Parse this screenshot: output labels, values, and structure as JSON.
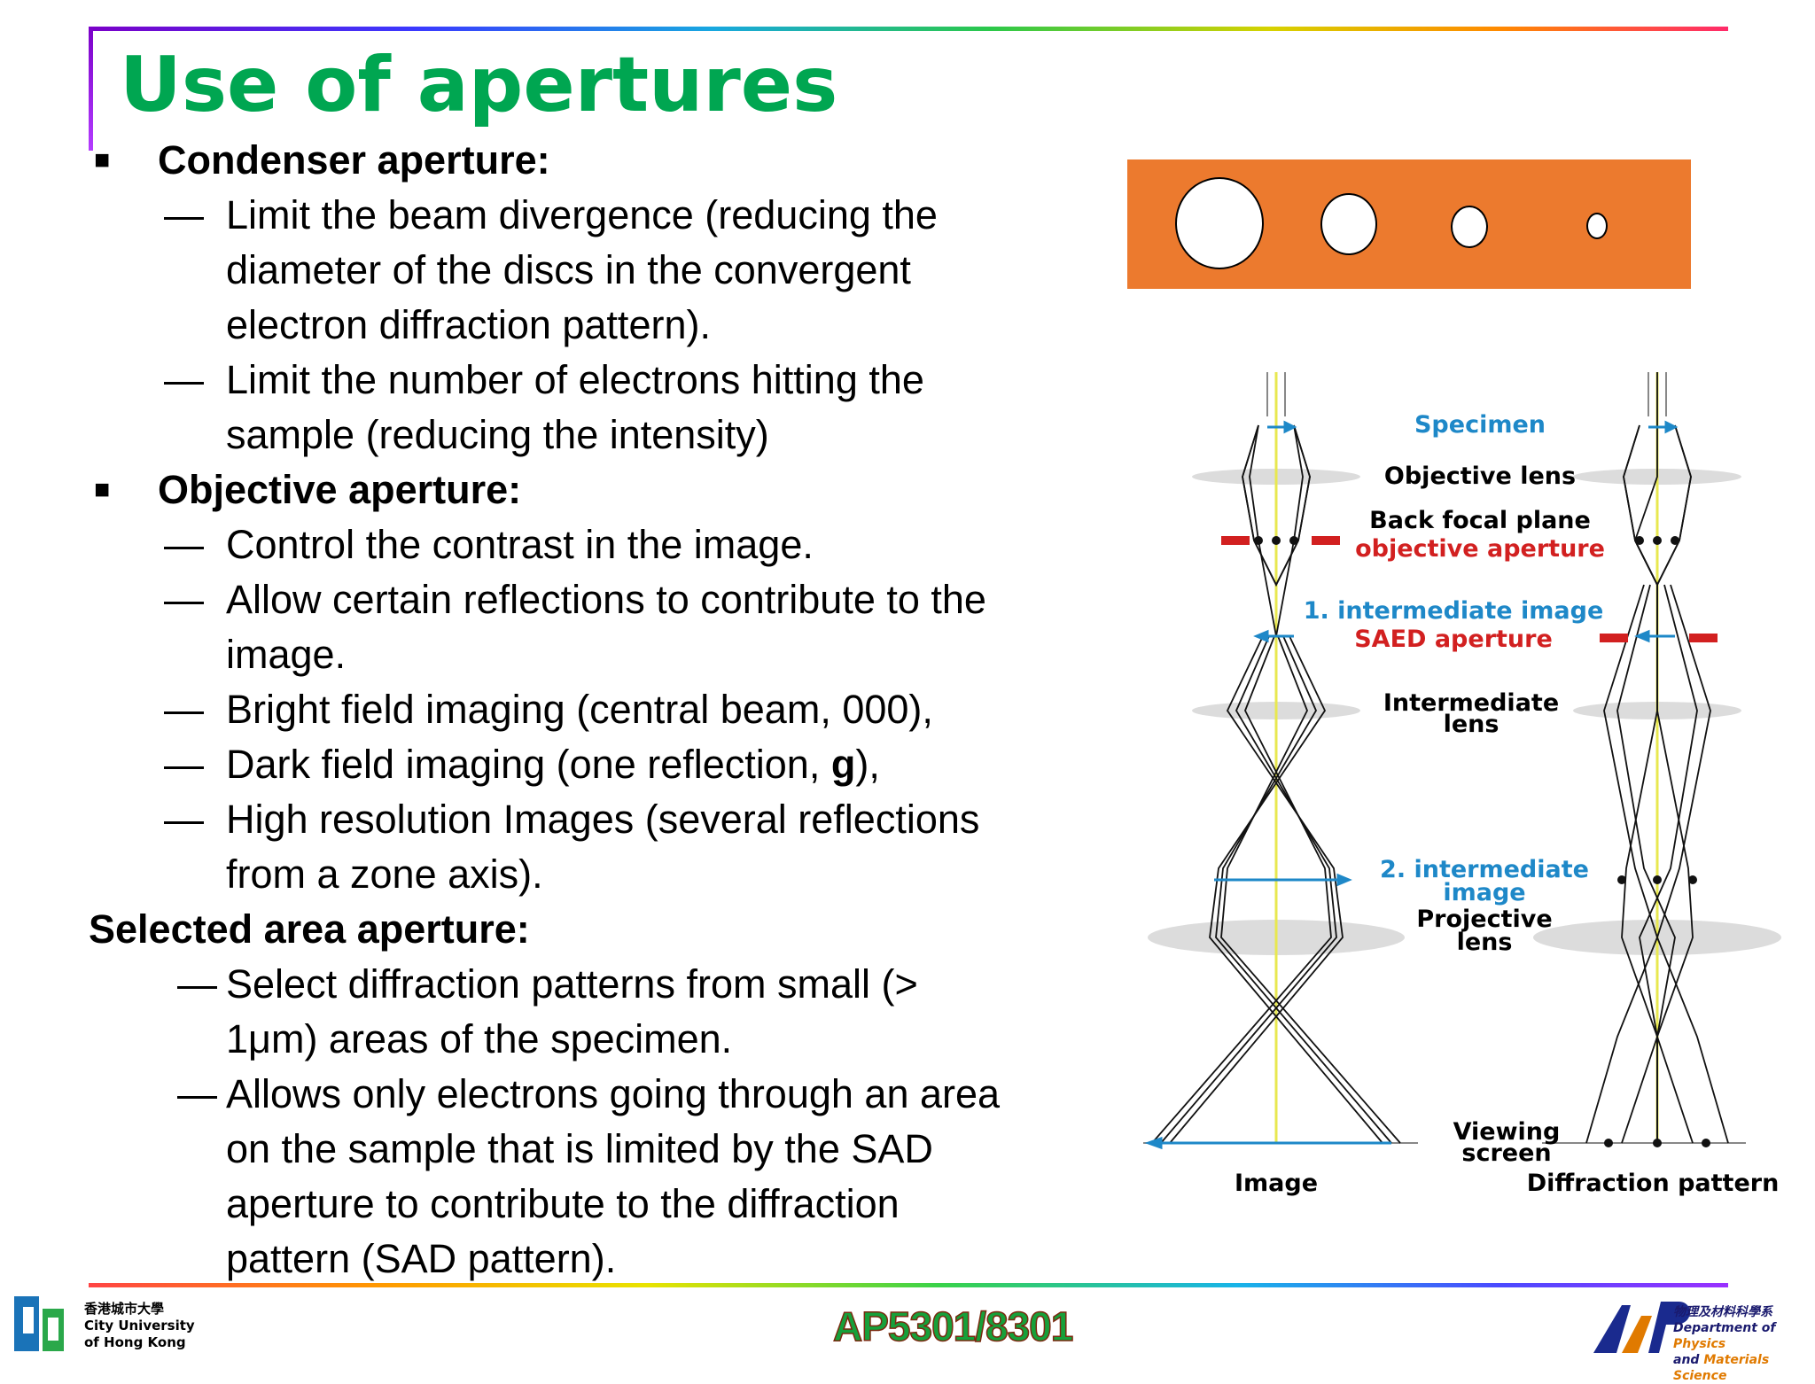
{
  "slide": {
    "title": "Use of apertures",
    "condenser": {
      "heading": "Condenser aperture:",
      "points": [
        [
          "Limit the beam divergence (reducing the",
          "diameter of the discs in the convergent",
          "electron diffraction pattern)."
        ],
        [
          "Limit the number of electrons hitting the",
          "sample (reducing the intensity)"
        ]
      ]
    },
    "objective": {
      "heading": "Objective aperture:",
      "points": [
        [
          "Control the contrast in the image."
        ],
        [
          "Allow certain reflections to contribute to the",
          "image."
        ],
        [
          "Bright field imaging (central beam, 000),"
        ],
        [
          "Dark field imaging (one reflection, ",
          "g",
          "),"
        ],
        [
          "High resolution Images (several reflections",
          "from a zone axis)."
        ]
      ]
    },
    "selected_area": {
      "heading": "Selected area aperture:",
      "points": [
        [
          "Select diffraction patterns from small (>",
          "1μm) areas of the specimen."
        ],
        [
          "Allows only electrons going through an area",
          "on the sample that is limited by the SAD",
          "aperture to contribute to the diffraction",
          "pattern (SAD pattern)."
        ]
      ]
    },
    "dash": "—",
    "bullet": "■"
  },
  "diagram": {
    "labels": {
      "specimen": "Specimen",
      "objective_lens": "Objective lens",
      "back_focal_plane": "Back focal plane",
      "objective_aperture": "objective aperture",
      "intermediate_image_1": "1. intermediate image",
      "saed_aperture": "SAED aperture",
      "intermediate_lens_1": "Intermediate",
      "intermediate_lens_2": "lens",
      "intermediate_image_2a": "2. intermediate",
      "intermediate_image_2b": "image",
      "projective_lens_1": "Projective",
      "projective_lens_2": "lens",
      "viewing_screen_1": "Viewing",
      "viewing_screen_2": "screen",
      "image": "Image",
      "diffraction_pattern": "Diffraction pattern"
    },
    "colors": {
      "blue": "#1e88c8",
      "red": "#d22020",
      "ray": "#111111",
      "axis": "#e8e850",
      "orange": "#ec7a2e"
    }
  },
  "footer": {
    "course": "AP5301/8301",
    "cityu": {
      "chinese": "香港城市大學",
      "line1": "City University",
      "line2": "of Hong Kong"
    },
    "dept": {
      "chinese": "物理及材料科學系",
      "line1a": "Department of ",
      "line1b": "Physics",
      "line2a": "and ",
      "line2b": "Materials Science"
    }
  }
}
